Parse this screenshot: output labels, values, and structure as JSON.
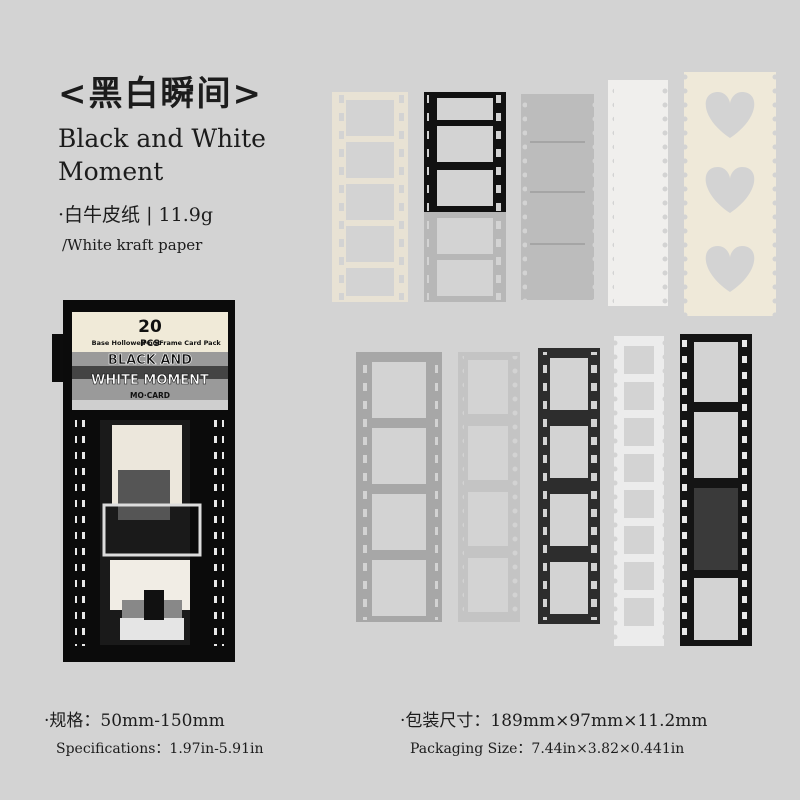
{
  "header": {
    "title_cn": "<黑白瞬间>",
    "title_en": "Black and White Moment",
    "material_cn": "·白牛皮纸 | 11.9g",
    "material_en": "/White kraft paper"
  },
  "package": {
    "count": "20",
    "unit": "PCS",
    "tagline_left": "Base Hollowed-out",
    "tagline_right": "Frame Card Pack",
    "name_line1": "BLACK AND",
    "name_line2": "WHITE MOMENT",
    "brand": "MO·CARD"
  },
  "footer": {
    "spec_cn": "·规格：50mm-150mm",
    "spec_en": "Specifications：1.97in-5.91in",
    "pkg_cn": "·包装尺寸：189mm×97mm×11.2mm",
    "pkg_en": "Packaging Size：7.44in×3.82×0.441in"
  },
  "colors": {
    "background": "#d3d3d3",
    "text": "#1c1c1c"
  }
}
